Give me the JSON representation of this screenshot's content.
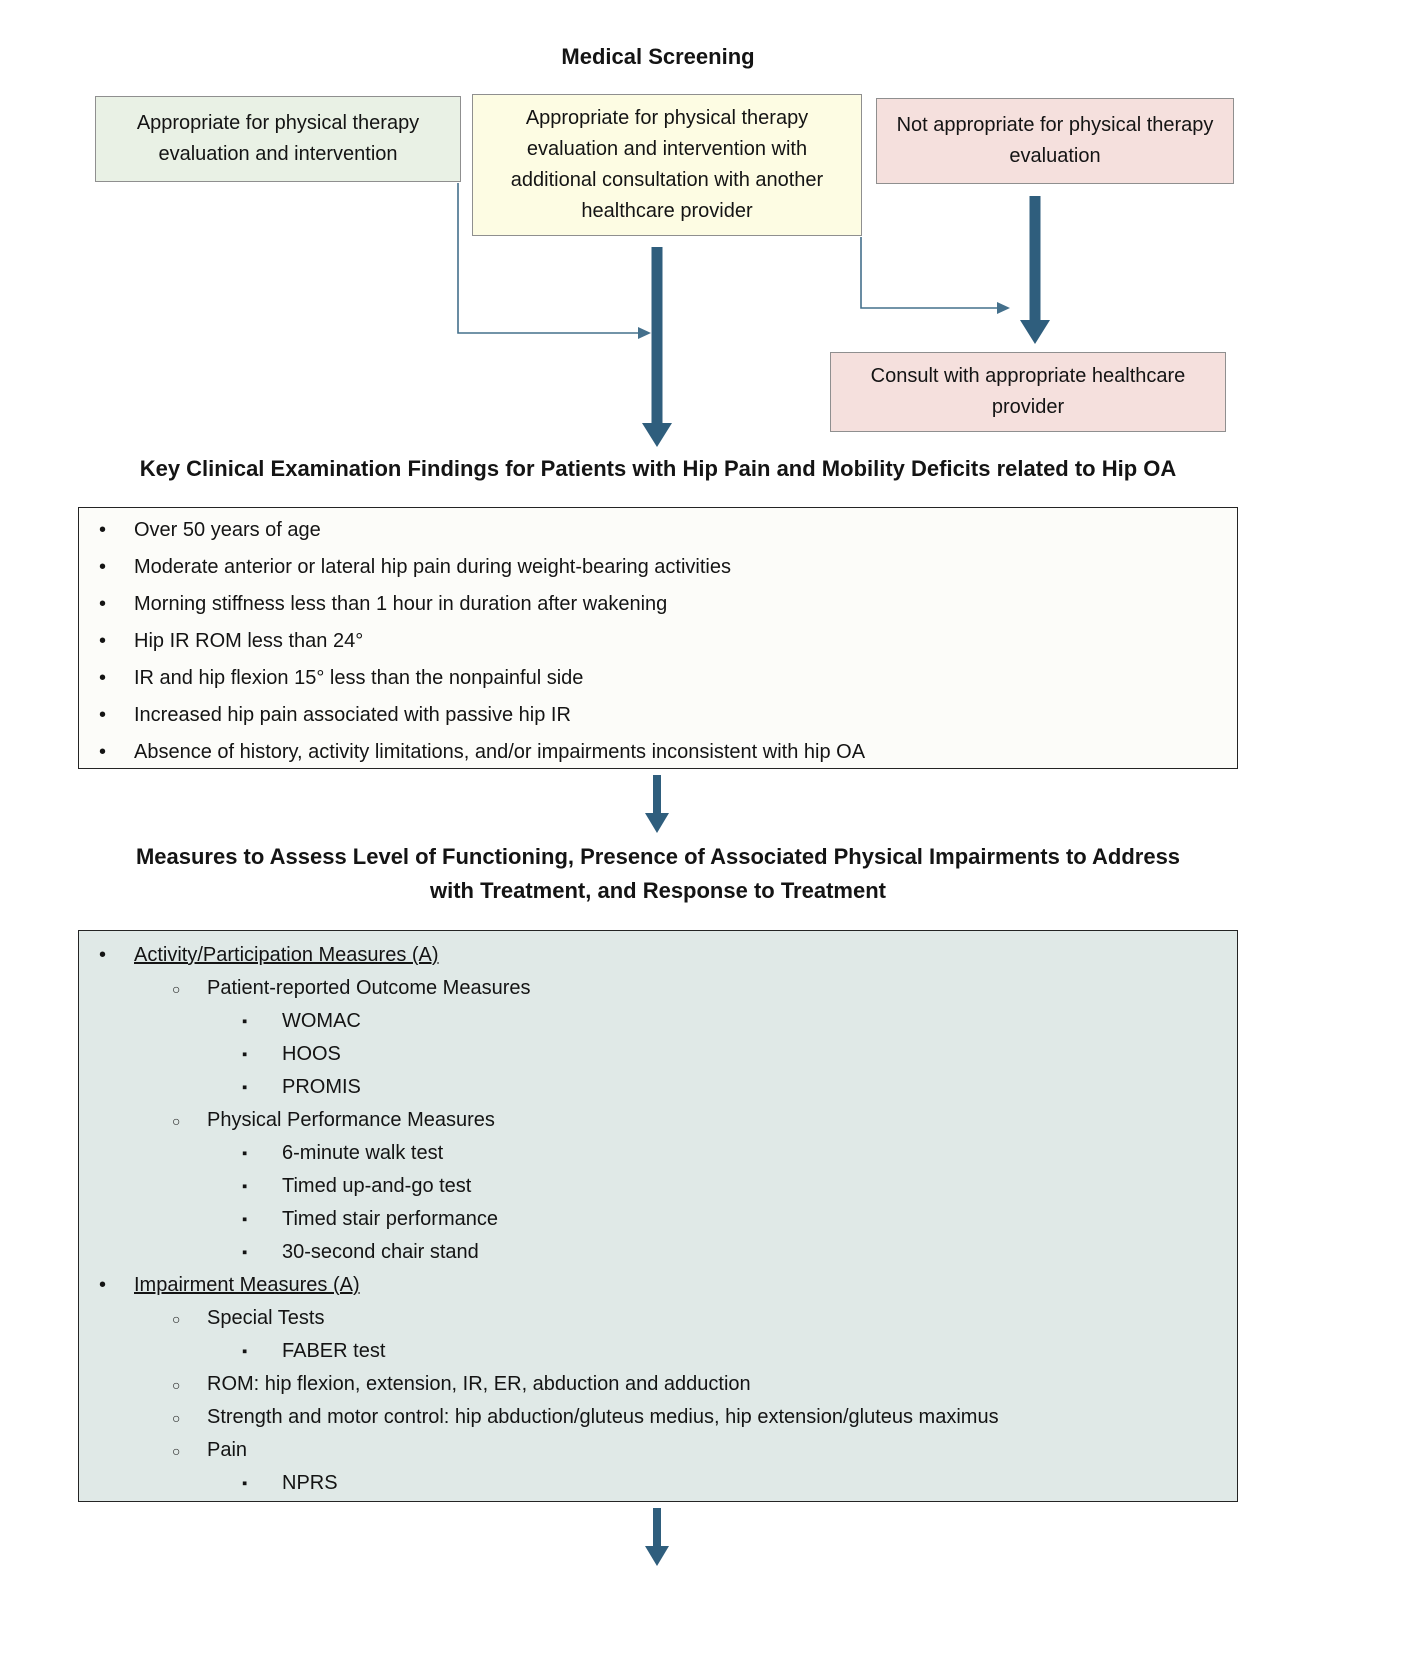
{
  "title": "Medical Screening",
  "colors": {
    "arrow": "#2f5e7d",
    "connector": "#44708c",
    "box_green": "#e9f1e5",
    "box_yellow": "#fdfce3",
    "box_pink": "#f5e0dd",
    "panel_findings": "#fcfcf9",
    "panel_measures": "#e0e9e7"
  },
  "screening": {
    "boxes": [
      {
        "label": "Appropriate for physical therapy evaluation and intervention"
      },
      {
        "label": "Appropriate for physical therapy evaluation and intervention with additional consultation with another healthcare provider"
      },
      {
        "label": "Not appropriate for physical therapy evaluation"
      }
    ],
    "consult_label": "Consult with appropriate healthcare provider"
  },
  "findings": {
    "heading": "Key Clinical Examination Findings for Patients with Hip Pain and Mobility Deficits related to Hip OA",
    "items": [
      "Over 50 years of age",
      "Moderate anterior or lateral hip pain during weight-bearing activities",
      "Morning stiffness less than 1 hour in duration after wakening",
      "Hip IR ROM less than 24°",
      "IR and hip flexion 15° less than the nonpainful side",
      "Increased hip pain associated with passive hip IR",
      "Absence of history, activity limitations, and/or impairments inconsistent with hip OA"
    ]
  },
  "measures": {
    "heading_lines": [
      "Measures to Assess Level of Functioning, Presence of Associated Physical Impairments to Address",
      "with Treatment, and Response to Treatment"
    ],
    "rows": [
      {
        "level": 1,
        "text": "Activity/Participation Measures (A)",
        "underline": true
      },
      {
        "level": 2,
        "text": "Patient-reported Outcome Measures"
      },
      {
        "level": 3,
        "text": "WOMAC"
      },
      {
        "level": 3,
        "text": "HOOS"
      },
      {
        "level": 3,
        "text": "PROMIS"
      },
      {
        "level": 2,
        "text": "Physical Performance Measures"
      },
      {
        "level": 3,
        "text": "6-minute walk test"
      },
      {
        "level": 3,
        "text": "Timed up-and-go test"
      },
      {
        "level": 3,
        "text": "Timed stair performance"
      },
      {
        "level": 3,
        "text": "30-second chair stand"
      },
      {
        "level": 1,
        "text": "Impairment Measures (A)",
        "underline": true
      },
      {
        "level": 2,
        "text": "Special Tests"
      },
      {
        "level": 3,
        "text": "FABER test"
      },
      {
        "level": 2,
        "text": "ROM: hip flexion, extension, IR, ER, abduction and adduction"
      },
      {
        "level": 2,
        "text": "Strength and motor control: hip abduction/gluteus medius, hip extension/gluteus maximus"
      },
      {
        "level": 2,
        "text": "Pain"
      },
      {
        "level": 3,
        "text": "NPRS"
      }
    ]
  }
}
